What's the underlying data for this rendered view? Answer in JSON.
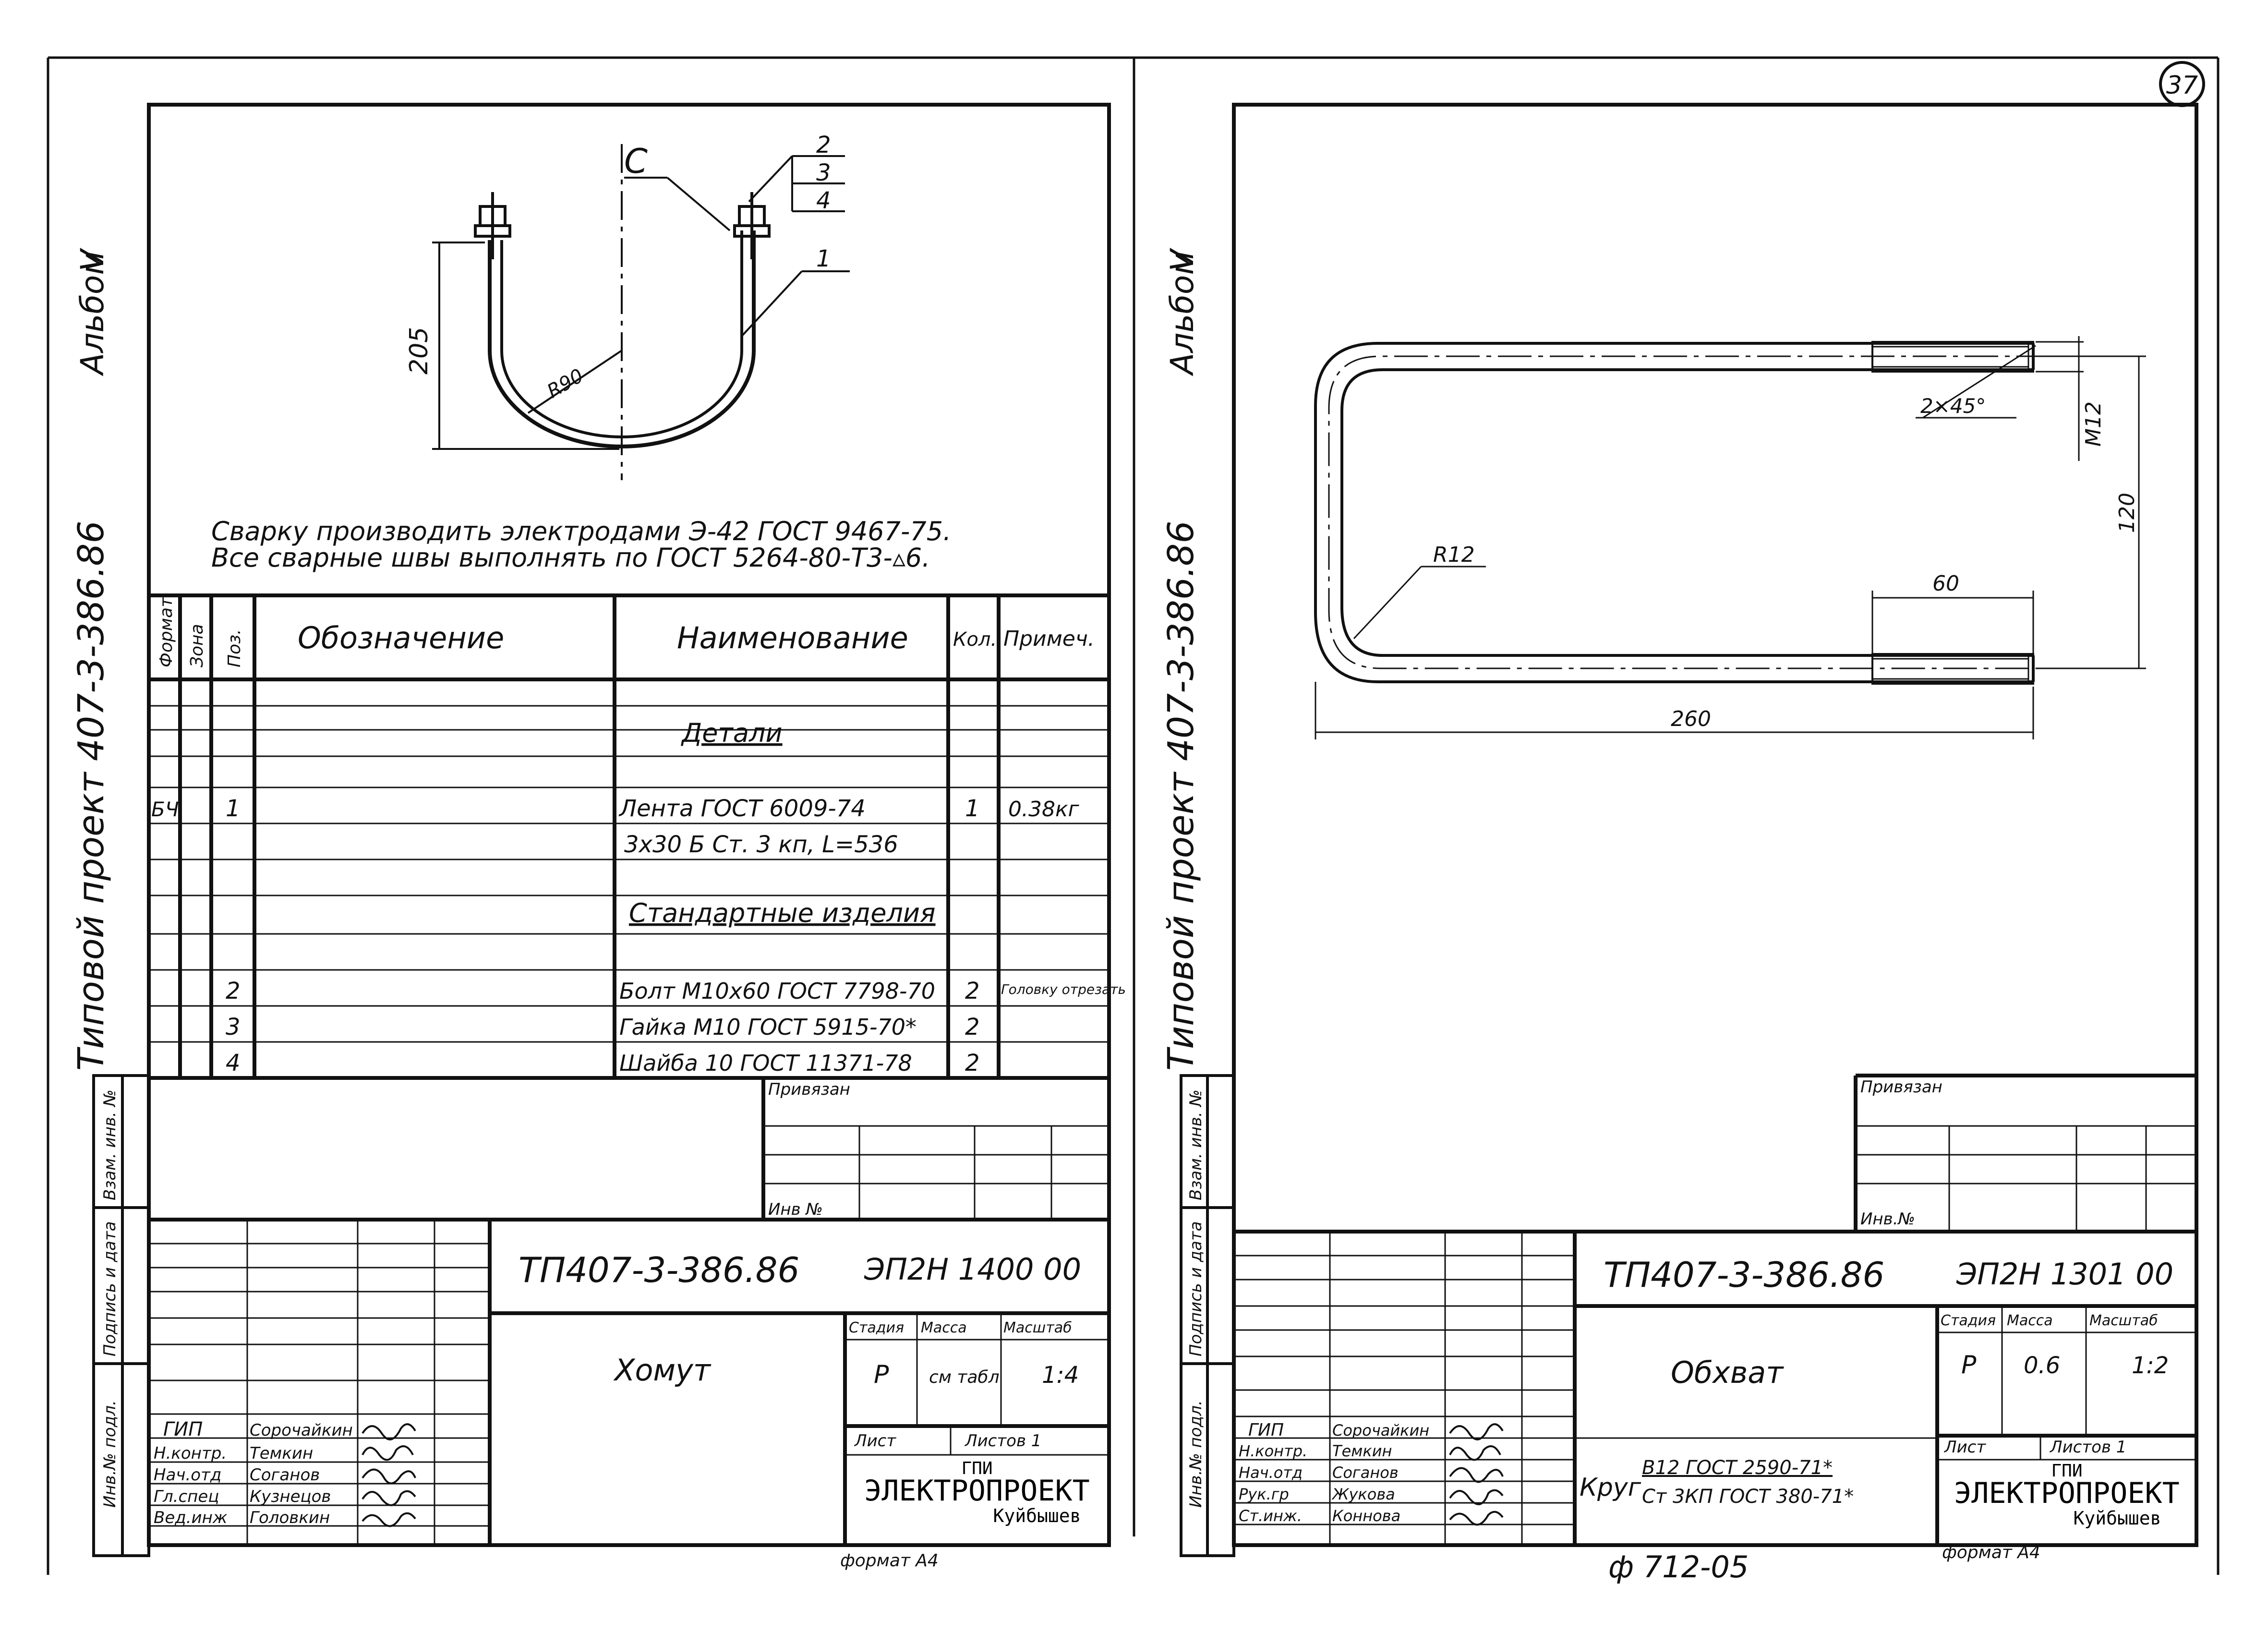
{
  "page_number": "37",
  "format_label": "формат А4",
  "bottom_note": "ф 712-05",
  "left_sheet": {
    "album": "Альбом",
    "album_num": "V",
    "project_side": "Типовой проект 407-3-386.86",
    "welding_note_1": "Сварку производить электродами Э-42 ГОСТ 9467-75.",
    "welding_note_2": "Все сварные швы выполнять по ГОСТ 5264-80-Т3-▵6.",
    "drawing_labels": {
      "c": "С",
      "p1": "1",
      "p2": "2",
      "p3": "3",
      "p4": "4",
      "dim_height": "205",
      "dim_radius": "R90"
    },
    "spec_headers": {
      "format": "Формат",
      "zone": "Зона",
      "pos": "Поз.",
      "designation": "Обозначение",
      "name": "Наименование",
      "qty": "Кол.",
      "note": "Примеч."
    },
    "section_parts": "Детали",
    "section_std": "Стандартные изделия",
    "rows": [
      {
        "format": "БЧ",
        "pos": "1",
        "name": "Лента ГОСТ 6009-74",
        "qty": "1",
        "note": "0.38кг"
      },
      {
        "format": "",
        "pos": "",
        "name": "3х30 Б Ст. 3 кп, L=536",
        "qty": "",
        "note": ""
      },
      {
        "format": "",
        "pos": "2",
        "name": "Болт М10х60 ГОСТ 7798-70",
        "qty": "2",
        "note": "Головку отрезать"
      },
      {
        "format": "",
        "pos": "3",
        "name": "Гайка М10 ГОСТ 5915-70*",
        "qty": "2",
        "note": ""
      },
      {
        "format": "",
        "pos": "4",
        "name": "Шайба 10 ГОСТ 11371-78",
        "qty": "2",
        "note": ""
      }
    ],
    "privyazan": "Привязан",
    "inv_no": "Инв №",
    "side_labels": {
      "vzam": "Взам. инв. №",
      "podpis": "Подпись и дата",
      "inv_podl": "Инв.№ подл."
    },
    "doc_code": "ТП407-3-386.86",
    "doc_number": "ЭП2Н 1400 00",
    "title": "Хомут",
    "stadia_label": "Стадия",
    "massa_label": "Масса",
    "masshtab_label": "Масштаб",
    "stadia": "Р",
    "massa": "см табл",
    "masshtab": "1:4",
    "list_label": "Лист",
    "listov_label": "Листов 1",
    "org_1": "ГПИ",
    "org_2": "ЭЛЕКТРОПРОЕКТ",
    "org_3": "Куйбышев",
    "signers": [
      {
        "role": "ГИП",
        "name": "Сорочайкин"
      },
      {
        "role": "Н.контр.",
        "name": "Темкин"
      },
      {
        "role": "Нач.отд",
        "name": "Соганов"
      },
      {
        "role": "Гл.спец",
        "name": "Кузнецов"
      },
      {
        "role": "Вед.инж",
        "name": "Головкин"
      }
    ]
  },
  "right_sheet": {
    "album": "Альбом",
    "album_num": "V",
    "project_side": "Типовой проект 407-3-386.86",
    "drawing_labels": {
      "chamfer": "2×45°",
      "thread": "М12",
      "height": "120",
      "radius": "R12",
      "thread_len": "60",
      "length": "260"
    },
    "privyazan": "Привязан",
    "inv_no": "Инв.№",
    "side_labels": {
      "vzam": "Взам. инв. №",
      "podpis": "Подпись и дата",
      "inv_podl": "Инв.№ подл."
    },
    "doc_code": "ТП407-3-386.86",
    "doc_number": "ЭП2Н 1301 00",
    "title": "Обхват",
    "material_prefix": "Круг",
    "material_top": "В12 ГОСТ 2590-71*",
    "material_bottom": "Ст 3КП ГОСТ 380-71*",
    "stadia_label": "Стадия",
    "massa_label": "Масса",
    "masshtab_label": "Масштаб",
    "stadia": "Р",
    "massa": "0.6",
    "masshtab": "1:2",
    "list_label": "Лист",
    "listov_label": "Листов 1",
    "org_1": "ГПИ",
    "org_2": "ЭЛЕКТРОПРОЕКТ",
    "org_3": "Куйбышев",
    "signers": [
      {
        "role": "ГИП",
        "name": "Сорочайкин"
      },
      {
        "role": "Н.контр.",
        "name": "Темкин"
      },
      {
        "role": "Нач.отд",
        "name": "Соганов"
      },
      {
        "role": "Рук.гр",
        "name": "Жукова"
      },
      {
        "role": "Ст.инж.",
        "name": "Коннова"
      }
    ]
  }
}
